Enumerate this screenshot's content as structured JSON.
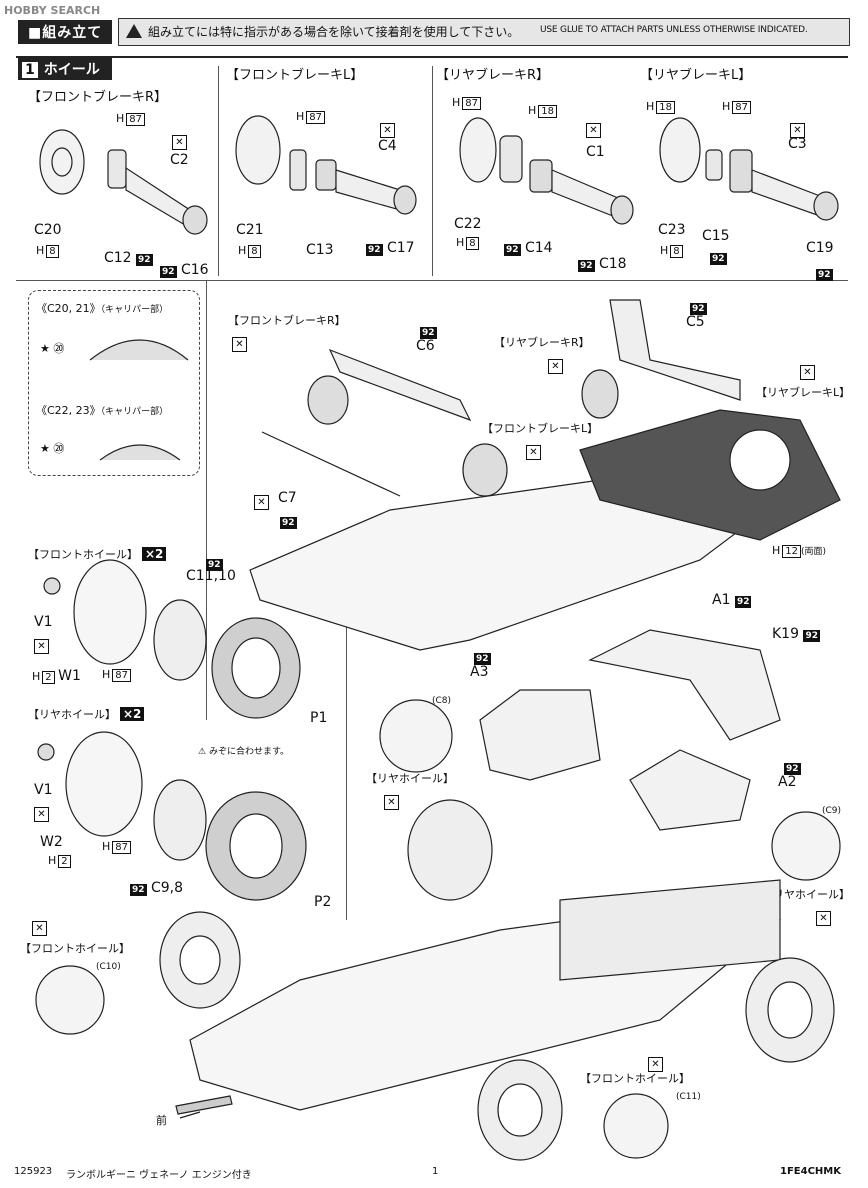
{
  "watermark": "HOBBY SEARCH",
  "header": {
    "section_label": "■組み立て",
    "jp_note": "組み立てには特に指示がある場合を除いて接着剤を使用して下さい。",
    "en_note": "USE GLUE TO ATTACH PARTS UNLESS OTHERWISE INDICATED."
  },
  "step": {
    "number": "1",
    "title": "ホイール"
  },
  "top_groups": [
    {
      "title": "【フロントブレーキR】",
      "parts": [
        "C2",
        "C20",
        "C12",
        "C16"
      ]
    },
    {
      "title": "【フロントブレーキL】",
      "parts": [
        "C4",
        "C21",
        "C13",
        "C17"
      ]
    },
    {
      "title": "【リヤブレーキR】",
      "parts": [
        "C1",
        "C22",
        "C14",
        "C18"
      ]
    },
    {
      "title": "【リヤブレーキL】",
      "parts": [
        "C3",
        "C23",
        "C15",
        "C19"
      ]
    }
  ],
  "tags": {
    "h87": "87",
    "h18": "18",
    "h8": "8",
    "h2": "2",
    "h12": "12",
    "color92": "92",
    "col20": "⑳"
  },
  "inset": {
    "c2021": "《C20, 21》",
    "c2021_note": "（キャリパー部）",
    "c2223": "《C22, 23》",
    "c2223_note": "（キャリパー部）"
  },
  "chassis_labels": {
    "front_brake_r": "【フロントブレーキR】",
    "front_brake_l": "【フロントブレーキL】",
    "rear_brake_r": "【リヤブレーキR】",
    "rear_brake_l": "【リヤブレーキL】",
    "c6": "C6",
    "c5": "C5",
    "c7": "C7",
    "a1": "A1",
    "both_sides": "(両面)",
    "h_label": "H"
  },
  "wheel_labels": {
    "front_wheel": "【フロントホイール】",
    "rear_wheel": "【リヤホイール】",
    "x2": "×2",
    "c11_10": "C11,10",
    "v1": "V1",
    "w1": "W1",
    "p1": "P1",
    "groove_note": "みぞに合わせます。",
    "w2": "W2",
    "c9_8": "C9,8",
    "p2": "P2"
  },
  "body_labels": {
    "a3": "A3",
    "k19": "K19",
    "a2": "A2",
    "c8": "(C8)",
    "c9": "(C9)",
    "c10": "(C10)",
    "c11": "(C11)",
    "rear_wheel": "【リヤホイール】",
    "front_wheel": "【フロントホイール】",
    "forward": "前"
  },
  "footer": {
    "code": "125923",
    "title": "ランボルギーニ ヴェネーノ エンジン付き",
    "page": "1",
    "ref": "1FE4CHMK"
  }
}
